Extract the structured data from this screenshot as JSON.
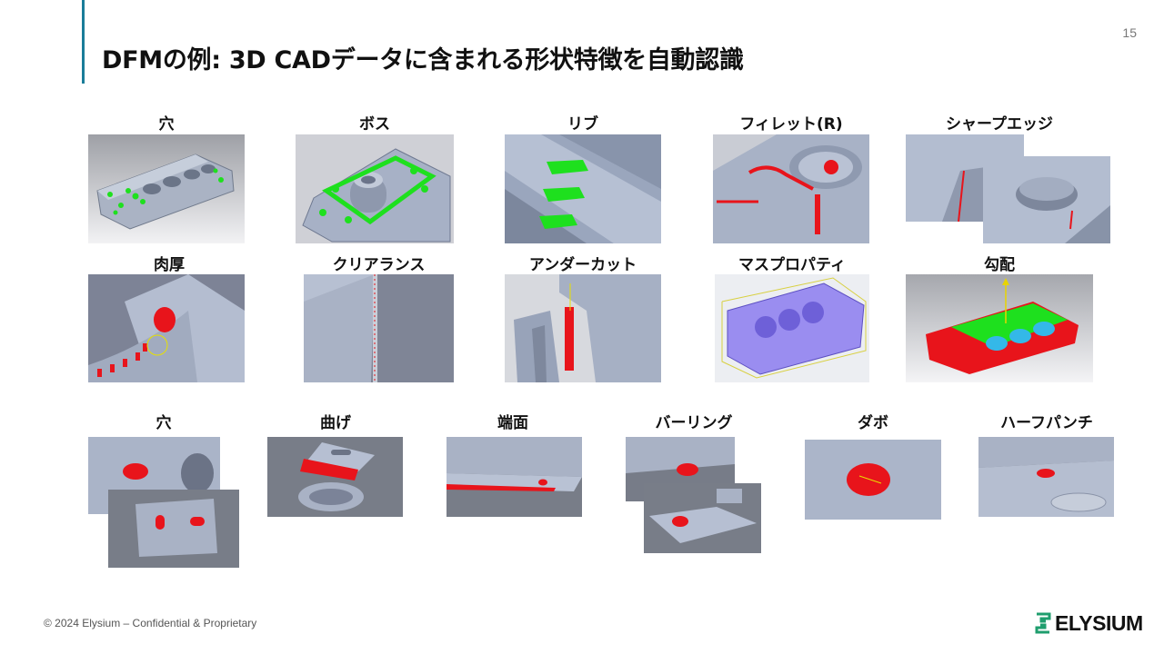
{
  "slide": {
    "title": "DFMの例: 3D CADデータに含まれる形状特徴を自動認識",
    "page_number": "15",
    "footer": "© 2024 Elysium – Confidential & Proprietary",
    "logo_text": "ELYSIUM"
  },
  "row1": [
    "穴",
    "ボス",
    "リブ",
    "フィレット(R)",
    "シャープエッジ"
  ],
  "row2": [
    "肉厚",
    "クリアランス",
    "アンダーカット",
    "マスプロパティ",
    "勾配"
  ],
  "row3": [
    "穴",
    "曲げ",
    "端面",
    "バーリング",
    "ダボ",
    "ハーフパンチ"
  ],
  "colors": {
    "accent": "#1a7d99",
    "highlight_red": "#e8141b",
    "highlight_green": "#1ee01e",
    "part_blue": "#a9b6cf",
    "logo_green": "#1f9e6e"
  }
}
